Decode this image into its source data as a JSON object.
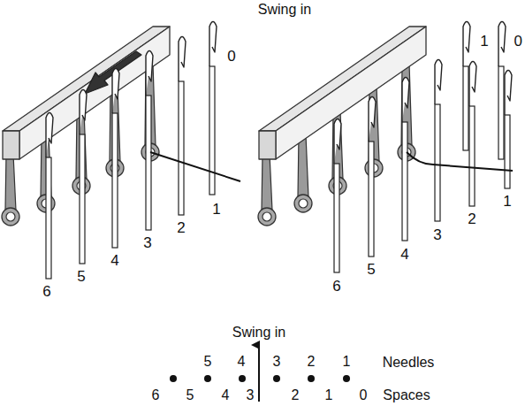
{
  "diagram": {
    "labels": [
      "Swing in",
      "0",
      "1",
      "2",
      "3",
      "4",
      "5",
      "6",
      "0",
      "1",
      "1",
      "2",
      "3",
      "4",
      "5",
      "6",
      "Swing in",
      "5",
      "4",
      "3",
      "2",
      "1",
      "Needles",
      "6",
      "5",
      "4",
      "3",
      "2",
      "1",
      "0",
      "Spaces"
    ]
  }
}
